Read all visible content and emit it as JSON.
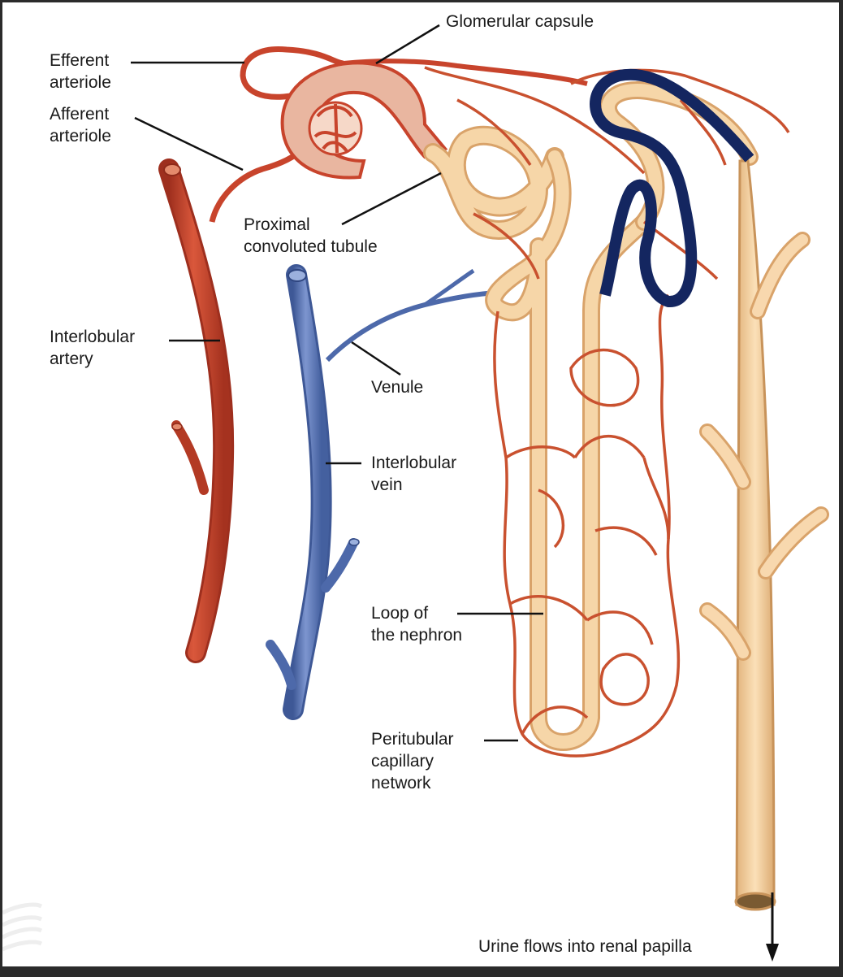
{
  "labels": {
    "glomerular_capsule": "Glomerular capsule",
    "efferent_arteriole": "Efferent\narteriole",
    "afferent_arteriole": "Afferent\narteriole",
    "proximal_convoluted_tubule": "Proximal\nconvoluted tubule",
    "interlobular_artery": "Interlobular\nartery",
    "venule": "Venule",
    "interlobular_vein": "Interlobular\nvein",
    "loop_of_the_nephron": "Loop of\nthe nephron",
    "peritubular_capillary_network": "Peritubular\ncapillary\nnetwork",
    "urine_flow": "Urine flows into renal papilla"
  },
  "colors": {
    "artery": "#c8442c",
    "artery_dark": "#9e2f1e",
    "vein": "#5a76b8",
    "vein_dark": "#3e5896",
    "tubule": "#f3cf9c",
    "tubule_edge": "#d9a36a",
    "capillary": "#c9512f",
    "annotation": "#142660"
  }
}
